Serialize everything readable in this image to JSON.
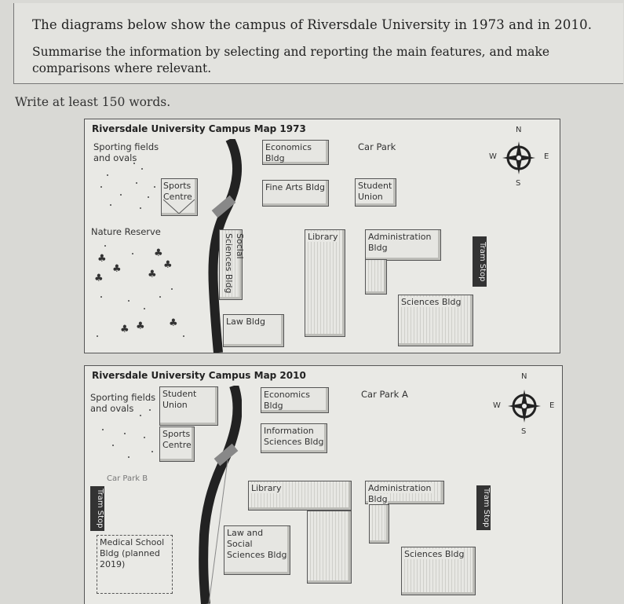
{
  "prompt": {
    "line1": "The diagrams below show the campus of Riversdale University in 1973 and in 2010.",
    "line2": "Summarise the information by selecting and reporting the main features, and make comparisons where relevant."
  },
  "instruction": "Write at least 150 words.",
  "map1973": {
    "title": "Riversdale University Campus Map 1973",
    "sporting": "Sporting fields and ovals",
    "nature": "Nature Reserve",
    "sports_centre": "Sports Centre",
    "economics": "Economics Bldg",
    "fine_arts": "Fine Arts Bldg",
    "car_park": "Car Park",
    "student_union": "Student Union",
    "social_sciences": "Social Sciences Bldg",
    "library": "Library",
    "administration": "Administration Bldg",
    "tram_stop": "Tram Stop",
    "sciences": "Sciences Bldg",
    "law": "Law Bldg",
    "compass": {
      "n": "N",
      "s": "S",
      "e": "E",
      "w": "W"
    }
  },
  "map2010": {
    "title": "Riversdale University Campus Map 2010",
    "sporting": "Sporting fields and ovals",
    "student_union": "Student Union",
    "sports_centre": "Sports Centre",
    "economics": "Economics Bldg",
    "info_sciences": "Information Sciences Bldg",
    "car_park_a": "Car Park A",
    "car_park_b": "Car Park B",
    "library": "Library",
    "administration": "Administration Bldg",
    "tram_stop_left": "Tram Stop",
    "tram_stop_right": "Tram Stop",
    "law_social": "Law and Social Sciences Bldg",
    "medical": "Medical School Bldg (planned 2019)",
    "sciences": "Sciences Bldg",
    "compass": {
      "n": "N",
      "s": "S",
      "e": "E",
      "w": "W"
    }
  }
}
